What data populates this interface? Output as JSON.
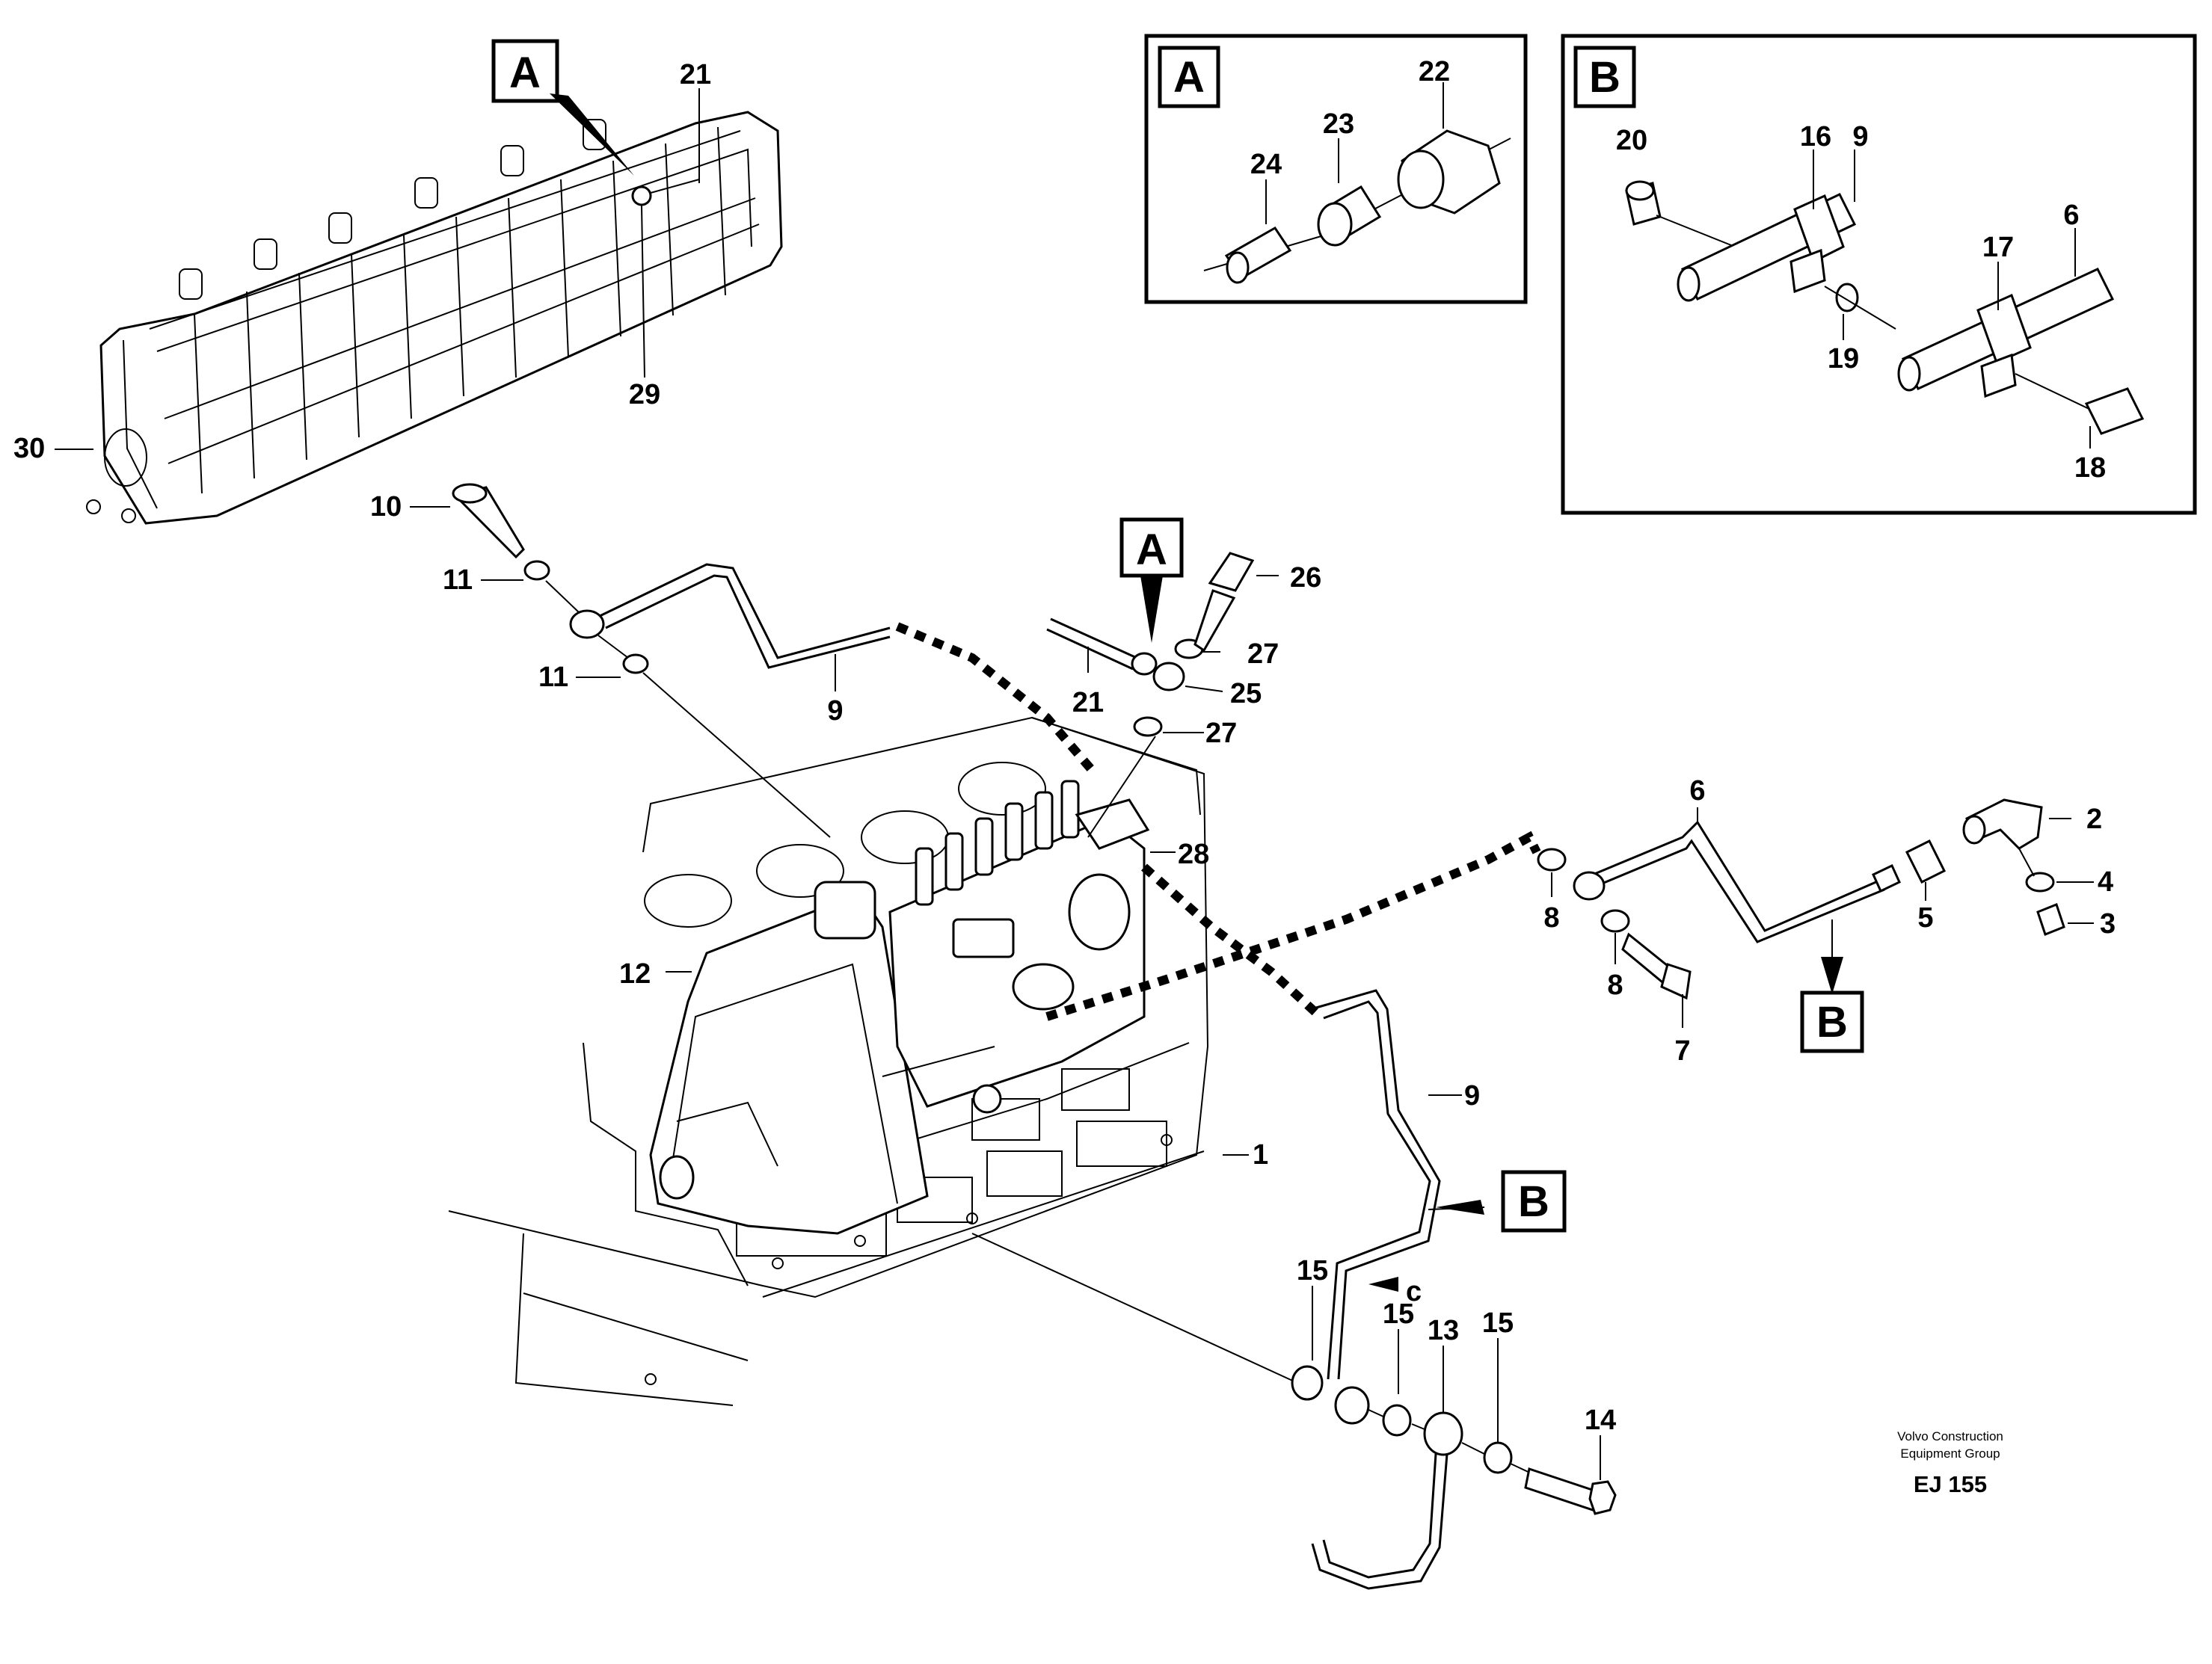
{
  "callouts": {
    "n1": "1",
    "n2": "2",
    "n3": "3",
    "n4": "4",
    "n5": "5",
    "n6": "6",
    "n6b": "6",
    "n7": "7",
    "n8a": "8",
    "n8b": "8",
    "n9a": "9",
    "n9b": "9",
    "n9c": "9",
    "n10": "10",
    "n11a": "11",
    "n11b": "11",
    "n12": "12",
    "n13": "13",
    "n14": "14",
    "n15a": "15",
    "n15b": "15",
    "n15c": "15",
    "n16": "16",
    "n17": "17",
    "n18": "18",
    "n19": "19",
    "n20": "20",
    "n21a": "21",
    "n21b": "21",
    "n22": "22",
    "n23": "23",
    "n24": "24",
    "n25": "25",
    "n26": "26",
    "n27a": "27",
    "n27b": "27",
    "n28": "28",
    "n29": "29",
    "n30": "30",
    "c": "c"
  },
  "detail_labels": {
    "a_ref_top": "A",
    "a_ref_mid": "A",
    "a_inset": "A",
    "b_inset": "B",
    "b_ref_right": "B",
    "b_ref_mid": "B"
  },
  "footer": {
    "company_line1": "Volvo Construction",
    "company_line2": "Equipment Group",
    "code": "EJ 155"
  }
}
